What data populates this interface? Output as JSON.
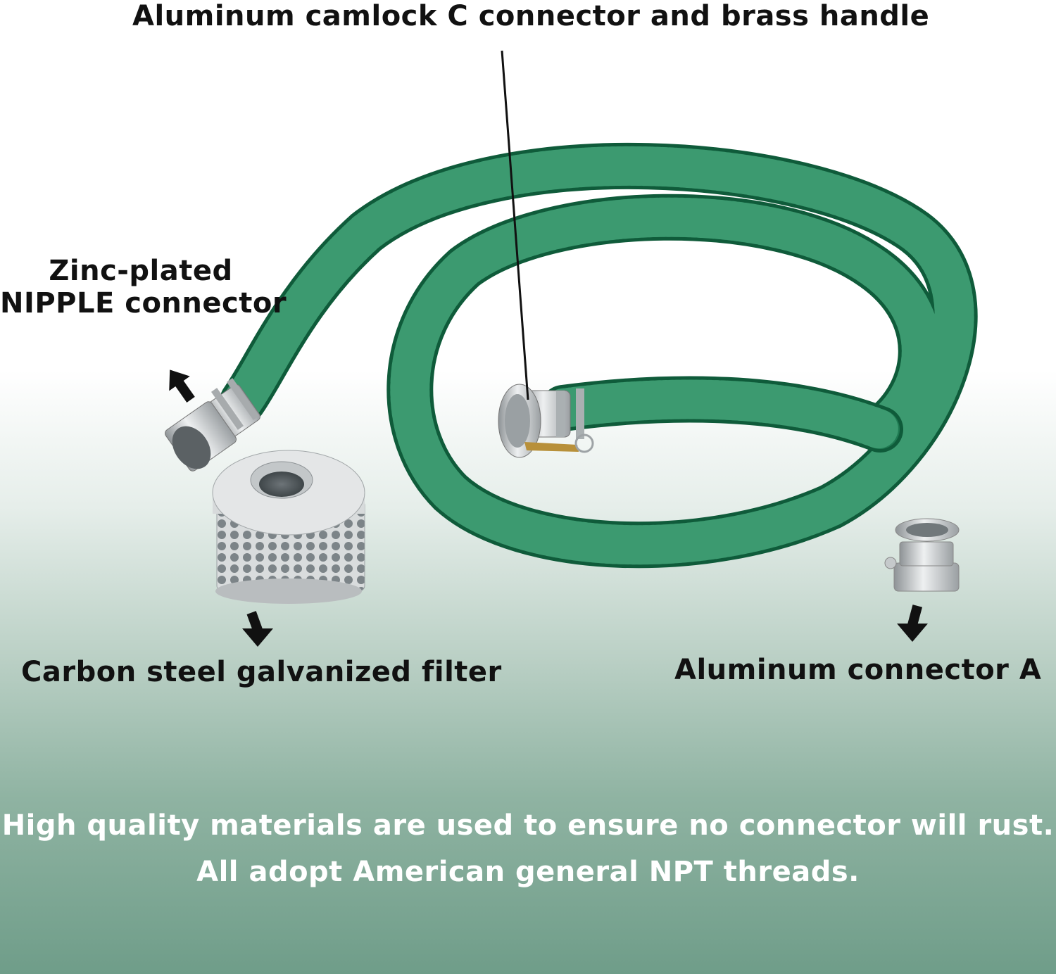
{
  "labels": {
    "camlock": "Aluminum camlock C connector and brass handle",
    "nipple_line1": "Zinc-plated",
    "nipple_line2": "NIPPLE connector",
    "filter": "Carbon steel galvanized filter",
    "connector_a": "Aluminum connector A"
  },
  "footer": {
    "line1": "High quality materials are used to ensure no connector will rust.",
    "line2": "All adopt American general NPT threads."
  },
  "colors": {
    "hose": "#1f7a52",
    "hose_dark": "#0f5b3a",
    "metal": "#c9cdcf",
    "brass": "#b8903a"
  }
}
